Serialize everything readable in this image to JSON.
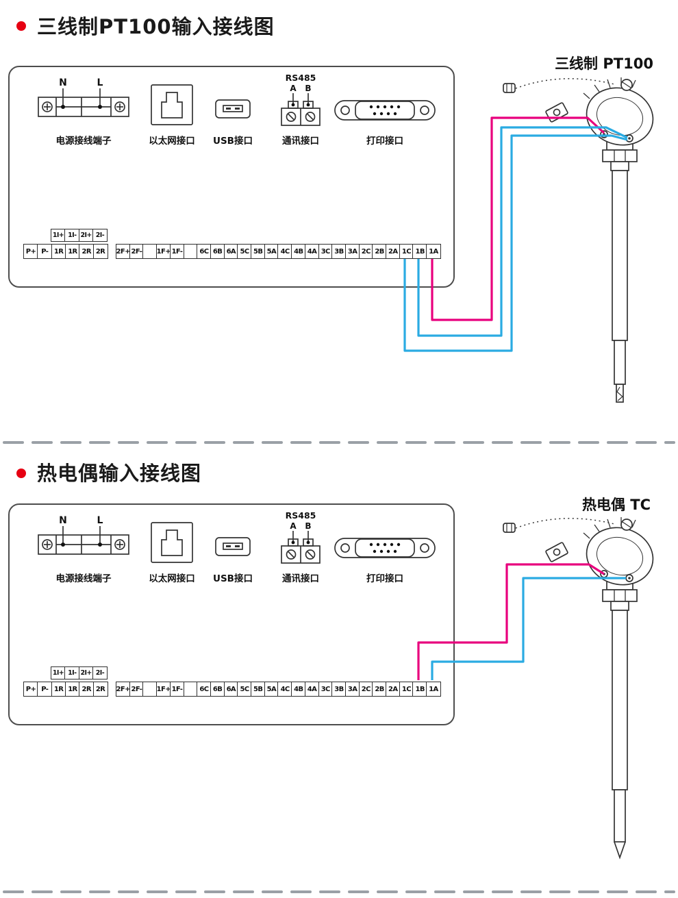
{
  "colors": {
    "wire_magenta": "#e8007d",
    "wire_cyan": "#2aabe2",
    "bullet_red": "#e60012",
    "outline": "#4d4d4d"
  },
  "sections": [
    {
      "title": "三线制PT100输入接线图",
      "sensor_label": "三线制  PT100"
    },
    {
      "title": "热电偶输入接线图",
      "sensor_label": "热电偶  TC"
    }
  ],
  "panel": {
    "power": {
      "n_label": "N",
      "l_label": "L",
      "caption": "电源接线端子"
    },
    "ethernet_caption": "以太网接口",
    "usb_caption": "USB接口",
    "rs485": {
      "title": "RS485",
      "a_label": "A",
      "b_label": "B",
      "caption": "通讯接口"
    },
    "printer_caption": "打印接口",
    "terminals": {
      "aux": [
        "1I+",
        "1I-",
        "2I+",
        "2I-"
      ],
      "left": [
        "P+",
        "P-",
        "1R",
        "1R",
        "2R",
        "2R"
      ],
      "main": [
        "2F+",
        "2F-",
        "",
        "1F+",
        "1F-",
        "",
        "6C",
        "6B",
        "6A",
        "5C",
        "5B",
        "5A",
        "4C",
        "4B",
        "4A",
        "3C",
        "3B",
        "3A",
        "2C",
        "2B",
        "2A",
        "1C",
        "1B",
        "1A"
      ]
    }
  }
}
